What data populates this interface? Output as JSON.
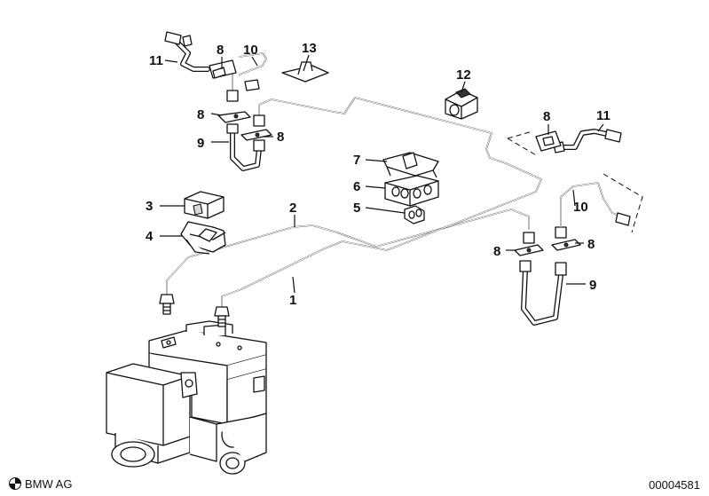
{
  "callouts": {
    "c1": "1",
    "c2": "2",
    "c3": "3",
    "c4": "4",
    "c5": "5",
    "c6": "6",
    "c7": "7",
    "c8a": "8",
    "c8b": "8",
    "c8c": "8",
    "c8d": "8",
    "c8e": "8",
    "c8f": "8",
    "c9a": "9",
    "c9b": "9",
    "c10a": "10",
    "c10b": "10",
    "c11a": "11",
    "c11b": "11",
    "c12": "12",
    "c13": "13"
  },
  "footer": {
    "brand": "BMW AG",
    "doc_number": "00004581"
  },
  "icons": {
    "brand_logo": "bmw-roundel-icon"
  }
}
